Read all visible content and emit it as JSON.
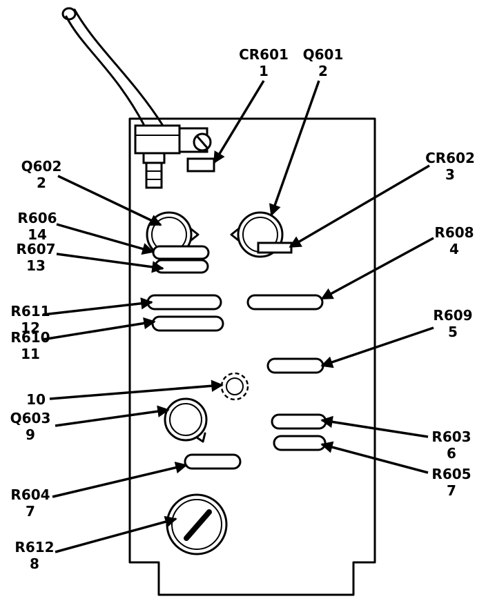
{
  "callouts": {
    "cr601": {
      "ref": "CR601",
      "num": "1"
    },
    "q601": {
      "ref": "Q601",
      "num": "2"
    },
    "cr602": {
      "ref": "CR602",
      "num": "3"
    },
    "q602": {
      "ref": "Q602",
      "num": "2"
    },
    "r606": {
      "ref": "R606",
      "num": "14"
    },
    "r607": {
      "ref": "R607",
      "num": "13"
    },
    "r608": {
      "ref": "R608",
      "num": "4"
    },
    "r611": {
      "ref": "R611",
      "num": "12"
    },
    "r610": {
      "ref": "R610",
      "num": "11"
    },
    "r609": {
      "ref": "R609",
      "num": "5"
    },
    "p10": {
      "num": "10"
    },
    "q603": {
      "ref": "Q603",
      "num": "9"
    },
    "r603": {
      "ref": "R603",
      "num": "6"
    },
    "r605": {
      "ref": "R605",
      "num": "7"
    },
    "r604": {
      "ref": "R604",
      "num": "7"
    },
    "r612": {
      "ref": "R612",
      "num": "8"
    }
  }
}
